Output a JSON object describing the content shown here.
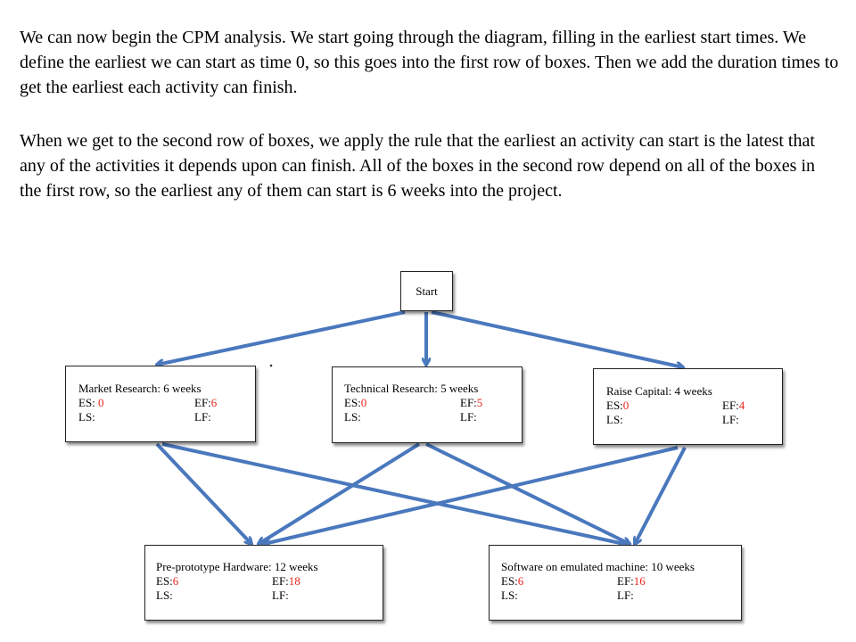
{
  "text": {
    "paragraph1": "We can now begin the CPM analysis. We start going through the diagram, filling in the earliest start times. We define the earliest we can start as time 0, so this goes into the first row of boxes. Then we add the duration times to get the earliest each activity can finish.",
    "paragraph2": "When we get to the second row of boxes, we apply the rule that the earliest an activity can start is the latest that any of the activities it depends upon can finish. All of the boxes in the second row depend on all of the boxes in the first row, so the earliest any of them can start is 6 weeks into the project."
  },
  "diagram": {
    "start": "Start",
    "nodes": [
      {
        "title": "Market Research: 6 weeks",
        "es_label": "ES: ",
        "es": "0",
        "ef_label": "EF:",
        "ef": "6",
        "ls_label": "LS:",
        "lf_label": "LF:"
      },
      {
        "title": "Technical Research: 5 weeks",
        "es_label": "ES:",
        "es": "0",
        "ef_label": "EF:",
        "ef": "5",
        "ls_label": "LS:",
        "lf_label": "LF:"
      },
      {
        "title": "Raise Capital: 4 weeks",
        "es_label": "ES:",
        "es": "0",
        "ef_label": "EF:",
        "ef": "4",
        "ls_label": "LS:",
        "lf_label": "LF:"
      },
      {
        "title": "Pre-prototype Hardware: 12 weeks",
        "es_label": "ES:",
        "es": "6",
        "ef_label": "EF:",
        "ef": "18",
        "ls_label": "LS:",
        "lf_label": "LF:"
      },
      {
        "title": "Software on emulated machine: 10 weeks",
        "es_label": "ES:",
        "es": "6",
        "ef_label": "EF:",
        "ef": "16",
        "ls_label": "LS:",
        "lf_label": "LF:"
      }
    ]
  },
  "colors": {
    "arrow": "#4a78bd",
    "value": "#e8251f",
    "border": "#222222"
  }
}
